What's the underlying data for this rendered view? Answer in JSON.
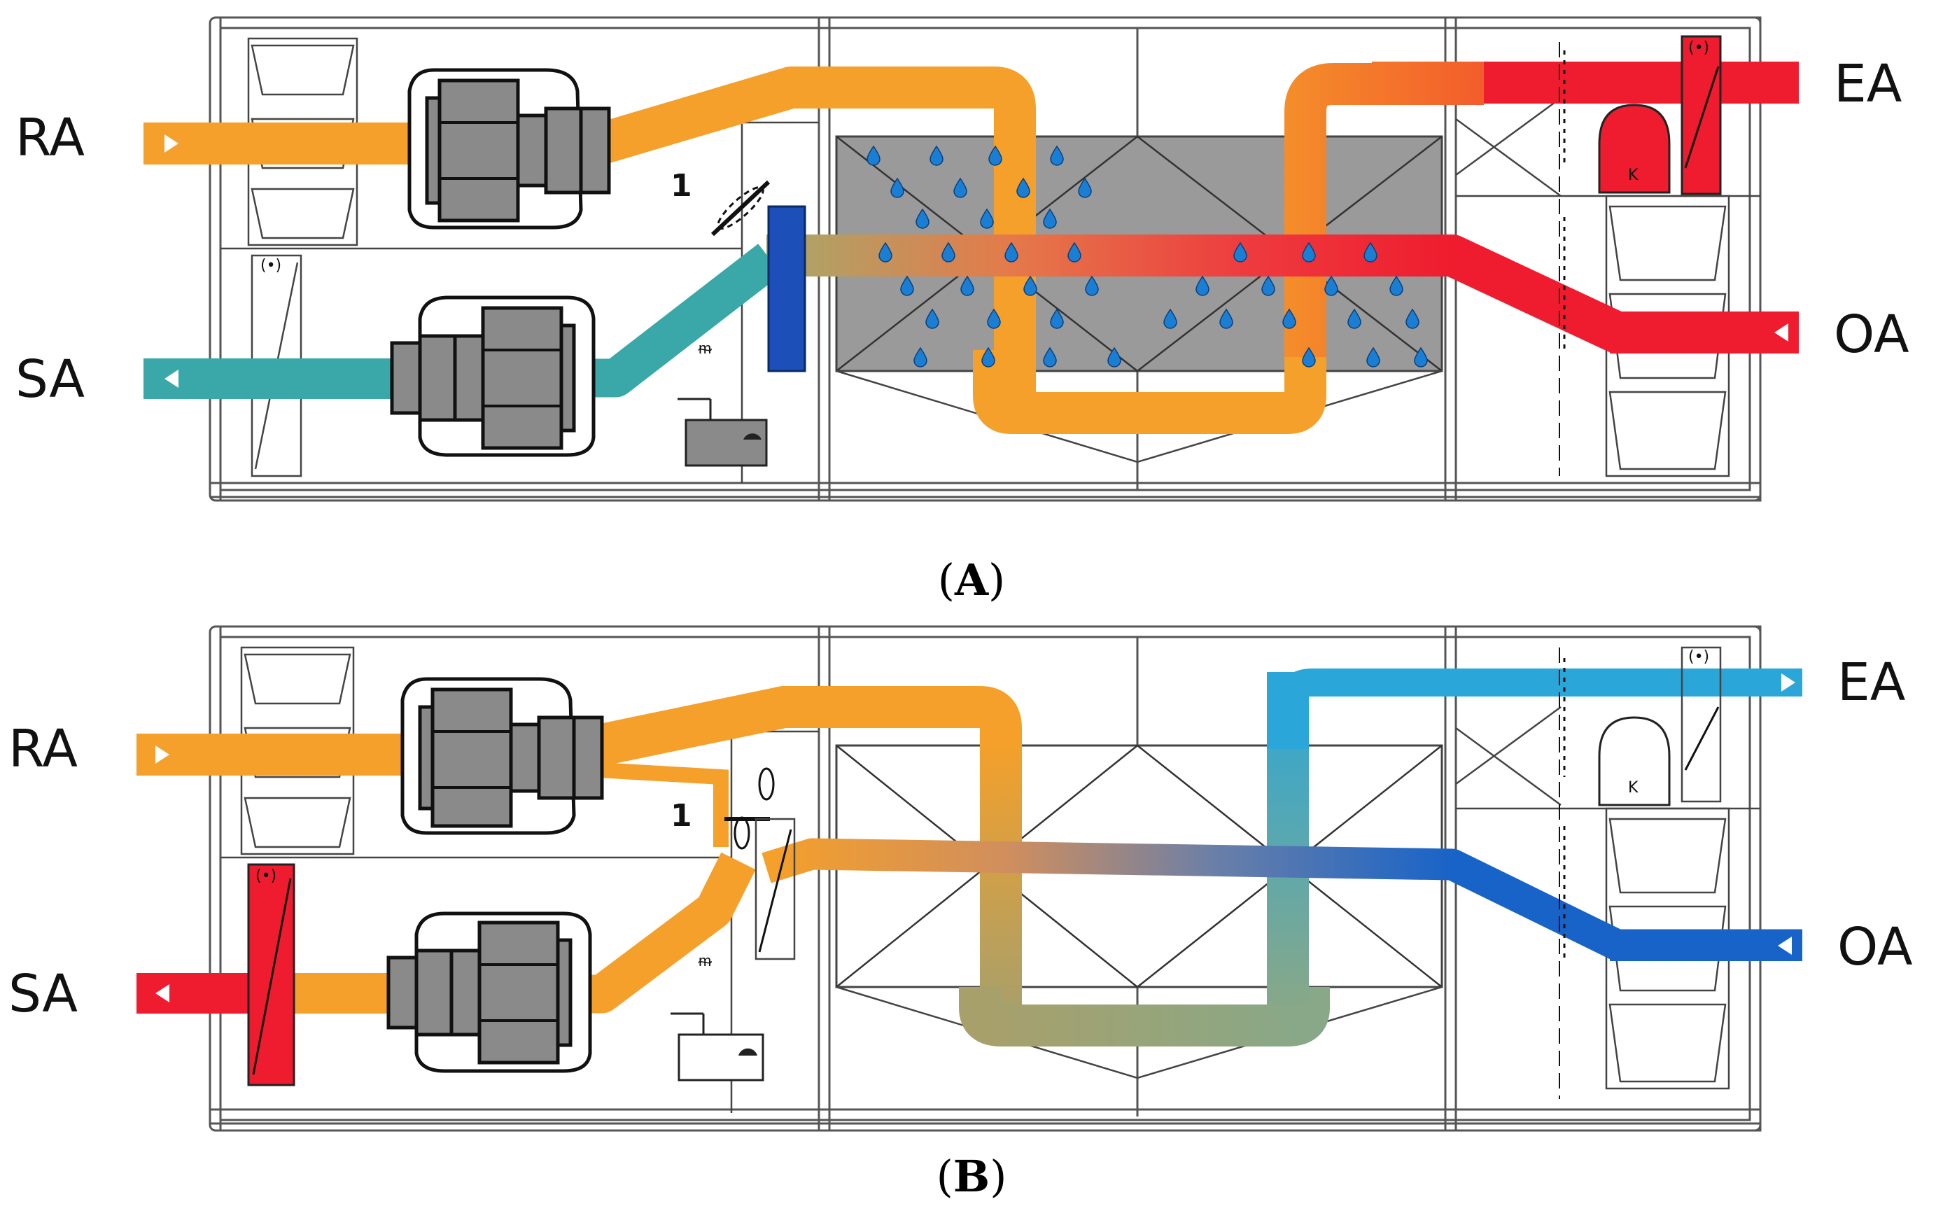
{
  "panels": [
    {
      "id": "A",
      "caption_open": "(",
      "caption_letter": "A",
      "caption_close": ")",
      "labels": {
        "ra": "RA",
        "sa": "SA",
        "ea": "EA",
        "oa": "OA"
      },
      "damper_number": "1",
      "heater_letter": "K",
      "colors": {
        "return": "#f5a02a",
        "supply": "#3aa8a8",
        "exhaust": "#ee1c2e",
        "outdoor": "#ee1c2e",
        "coil": "#1d4fb8",
        "heater": "#ee1c2e"
      },
      "mode": "summer-evaporative"
    },
    {
      "id": "B",
      "caption_open": "(",
      "caption_letter": "B",
      "caption_close": ")",
      "labels": {
        "ra": "RA",
        "sa": "SA",
        "ea": "EA",
        "oa": "OA"
      },
      "damper_number": "1",
      "heater_letter": "K",
      "colors": {
        "return": "#f5a02a",
        "supply": "#f5a02a",
        "exhaust": "#2aa7d8",
        "outdoor": "#1763c8",
        "coil": "#ee1c2e",
        "heater": "#ffffff"
      },
      "mode": "winter-heat-recovery"
    }
  ]
}
